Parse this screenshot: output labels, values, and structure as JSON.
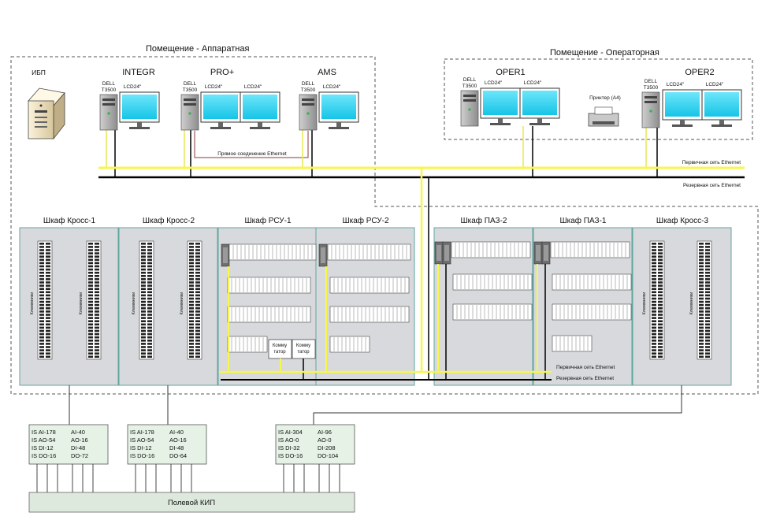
{
  "rooms": {
    "apparatus": "Помещение - Аппаратная",
    "operator": "Помещение - Операторная"
  },
  "ups_label": "ИБП",
  "workstations": [
    {
      "name": "INTEGR",
      "pc": [
        "DELL",
        "T3500"
      ],
      "monitors": [
        "LCD24\""
      ]
    },
    {
      "name": "PRO+",
      "pc": [
        "DELL",
        "T3500"
      ],
      "monitors": [
        "LCD24\"",
        "LCD24\""
      ]
    },
    {
      "name": "AMS",
      "pc": [
        "DELL",
        "T3500"
      ],
      "monitors": [
        "LCD24\""
      ]
    },
    {
      "name": "OPER1",
      "pc": [
        "DELL",
        "T3500"
      ],
      "monitors": [
        "LCD24\"",
        "LCD24\""
      ]
    },
    {
      "name": "OPER2",
      "pc": [
        "DELL",
        "T3500"
      ],
      "monitors": [
        "LCD24\"",
        "LCD24\""
      ]
    }
  ],
  "printer_label": "Принтер (А4)",
  "direct_link_label": "Прямое соединение Ethernet",
  "networks": {
    "primary": "Первичная сеть Ethernet",
    "backup": "Резервная сеть Ethernet"
  },
  "cabinets": [
    {
      "name": "Шкаф Кросс-1"
    },
    {
      "name": "Шкаф Кросс-2"
    },
    {
      "name": "Шкаф РСУ-1"
    },
    {
      "name": "Шкаф РСУ-2"
    },
    {
      "name": "Шкаф ПАЗ-2"
    },
    {
      "name": "Шкаф ПАЗ-1"
    },
    {
      "name": "Шкаф Кросс-3"
    }
  ],
  "terminal_label": "Клеммники",
  "switch_label": [
    "Комму",
    "татор"
  ],
  "io_boxes": [
    {
      "left": [
        "IS AI-178",
        "IS AO-54",
        "IS DI-12",
        "IS DO-16"
      ],
      "right": [
        "AI-40",
        "AO-16",
        "DI-48",
        "DO-72"
      ]
    },
    {
      "left": [
        "IS AI-178",
        "IS AO-54",
        "IS DI-12",
        "IS DO-16"
      ],
      "right": [
        "AI-40",
        "AO-16",
        "DI-48",
        "DO-64"
      ]
    },
    {
      "left": [
        "IS AI-304",
        "IS AO-0",
        "IS DI-32",
        "IS DO-16"
      ],
      "right": [
        "AI-96",
        "AO-0",
        "DI-208",
        "DO-104"
      ]
    }
  ],
  "field_label": "Полевой КИП",
  "colors": {
    "primary_net": "#f7f74a",
    "backup_net": "#000000",
    "cabinet_fill": "#d7d9dc",
    "cabinet_border": "#5fa6a0",
    "io_fill": "#e6f2e6",
    "screen": "#29d4f2",
    "direct_link": "#8b3a3a"
  }
}
